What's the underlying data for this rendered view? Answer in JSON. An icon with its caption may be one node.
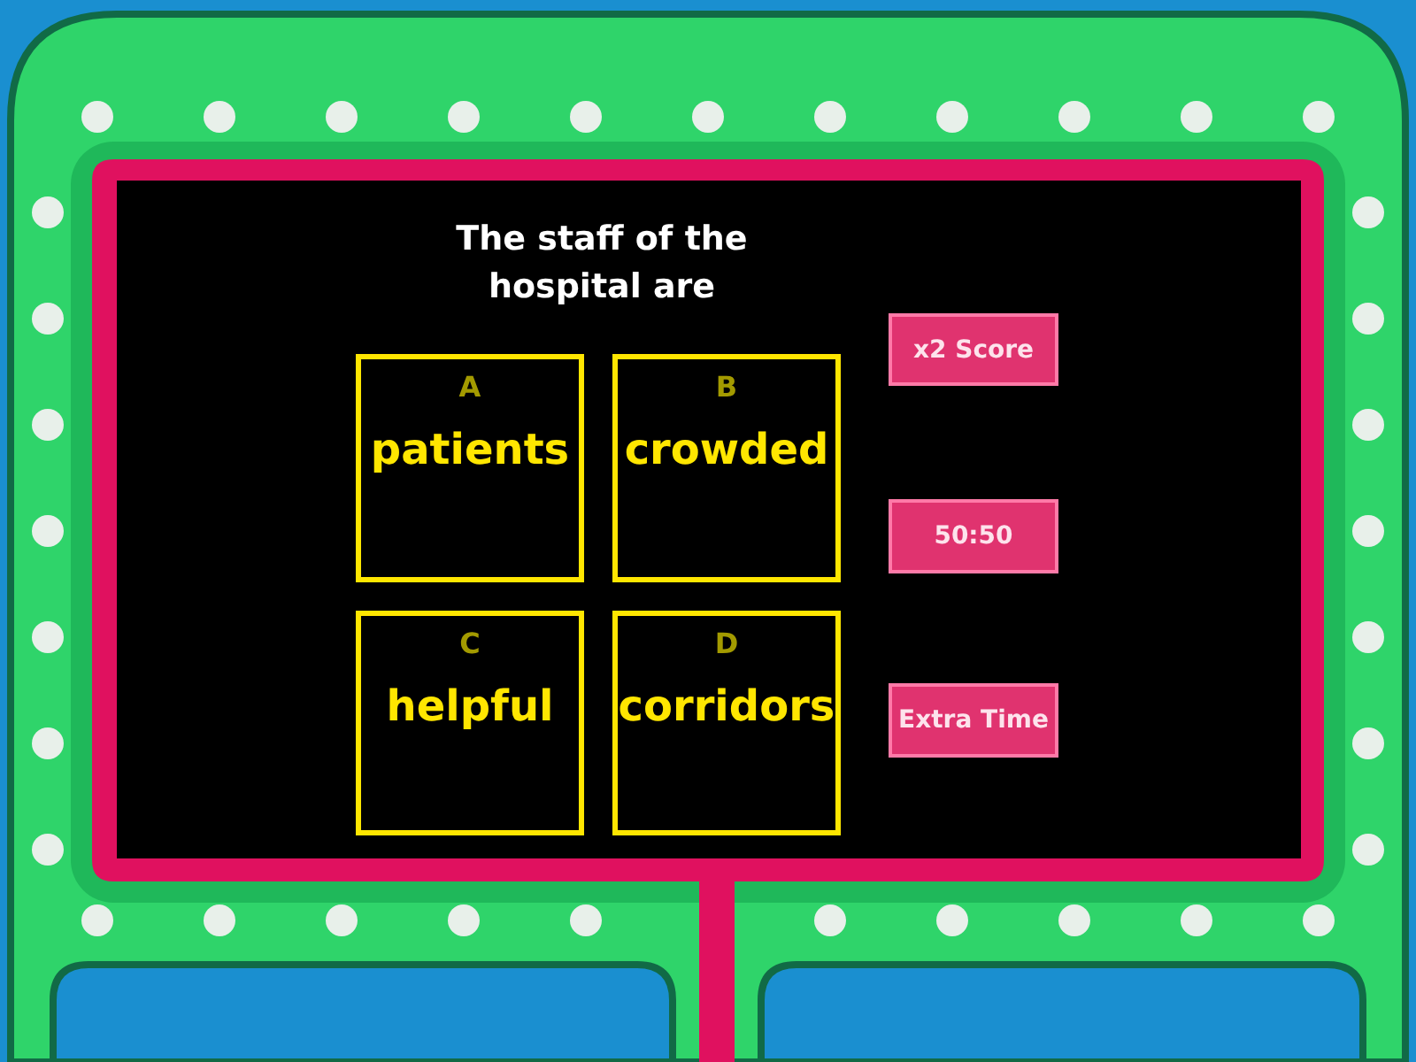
{
  "diagram": {
    "title": "The staff of the hospital are",
    "nodes": [
      {
        "text": [
          "A",
          "patients"
        ]
      },
      {
        "text": [
          "B",
          "crowded"
        ]
      },
      {
        "text": [
          "C",
          "helpful"
        ]
      },
      {
        "text": [
          "D",
          "corridors"
        ]
      },
      {
        "text": [
          "x2 Score"
        ]
      },
      {
        "text": [
          "50:50"
        ]
      },
      {
        "text": [
          "Extra Time"
        ]
      }
    ],
    "edges": []
  }
}
